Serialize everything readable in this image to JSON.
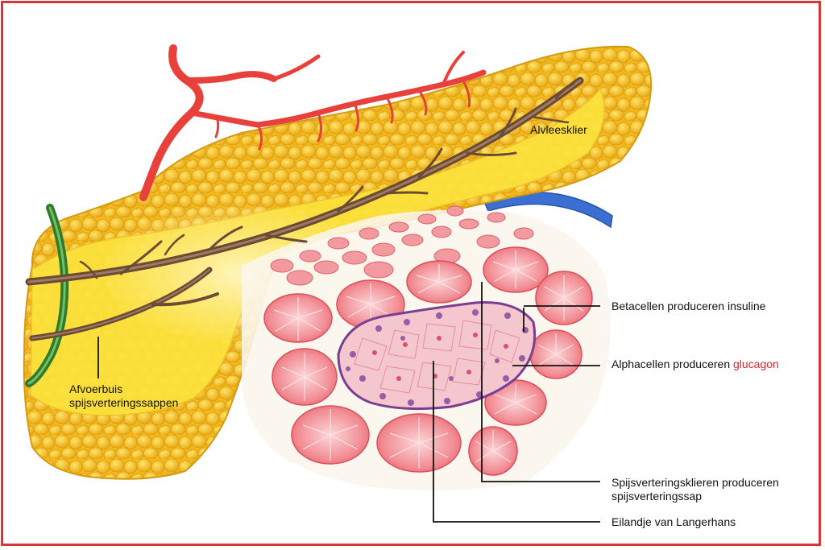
{
  "labels": {
    "pancreas": "Alvleesklier",
    "duct_line1": "Afvoerbuis",
    "duct_line2": "spijsverteringssappen",
    "beta_cells": "Betacellen produceren insuline",
    "alpha_cells_prefix": "Alphacellen produceren ",
    "alpha_cells_hormone": "glucagon",
    "digestive_glands_line1": "Spijsverteringsklieren produceren",
    "digestive_glands_line2": "spijsverteringssap",
    "islet": "Eilandje van Langerhans"
  },
  "colors": {
    "frame": "#d9363a",
    "pancreas_tissue": "#f6c21d",
    "pancreas_highlight": "#fbe34a",
    "artery": "#e8403a",
    "duct": "#7a5a44",
    "green_vessel": "#3d8a3a",
    "blue_vessel": "#3b6fd1",
    "acinus": "#f07a82",
    "islet_purple": "#7b3f91",
    "glucagon_text": "#d4282c"
  }
}
